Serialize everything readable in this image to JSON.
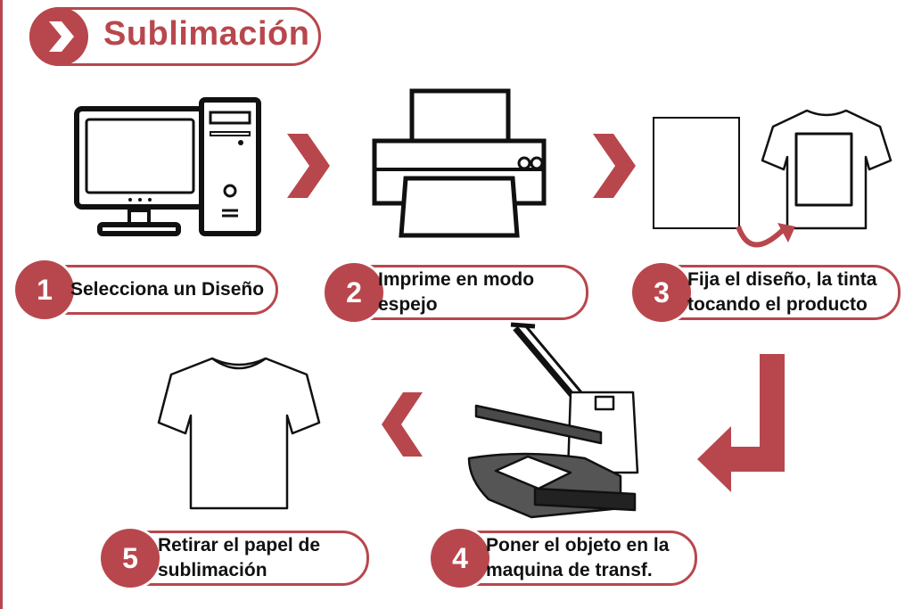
{
  "title": "Sublimación",
  "steps": [
    {
      "number": "1",
      "lines": [
        "Selecciona un Diseño"
      ]
    },
    {
      "number": "2",
      "lines": [
        "Imprime en modo",
        "espejo"
      ]
    },
    {
      "number": "3",
      "lines": [
        "Fija el diseño, la tinta",
        "tocando el producto"
      ]
    },
    {
      "number": "4",
      "lines": [
        "Poner el objeto en la",
        "maquina de transf."
      ]
    },
    {
      "number": "5",
      "lines": [
        "Retirar el papel de",
        "sublimación"
      ]
    }
  ],
  "colors": {
    "accent": "#b8474d",
    "text": "#111111",
    "press_dark": "#4a4a4a"
  },
  "icons": [
    "computer-icon",
    "printer-icon",
    "paper-sheet-icon",
    "tshirt-with-design-icon",
    "heat-press-icon",
    "tshirt-icon"
  ]
}
